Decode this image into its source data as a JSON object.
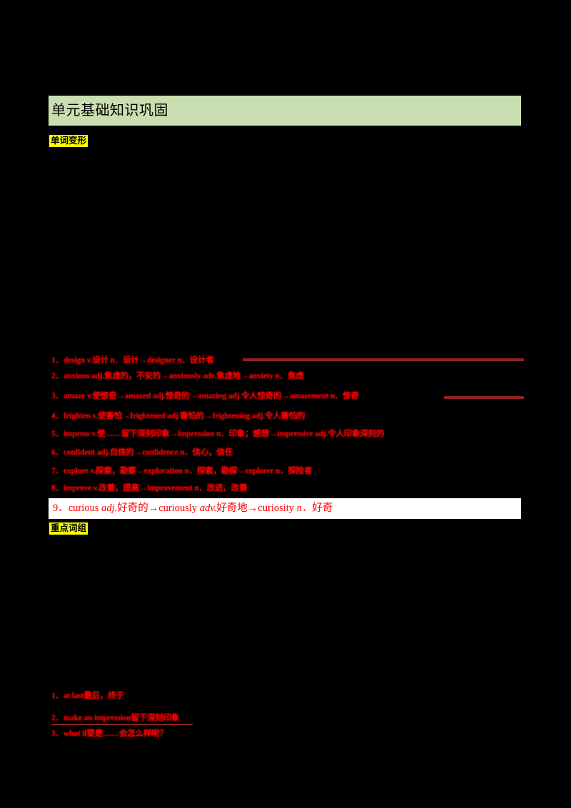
{
  "document": {
    "background_color": "#000000",
    "page_color": "#000000"
  },
  "section": {
    "title": "单元基础知识巩固",
    "bar_color": "#c9dfb1"
  },
  "labels": {
    "word_forms": "单词变形",
    "key_phrases": "重点词组",
    "highlight_color": "#ffff00"
  },
  "word_forms": {
    "items": [
      {
        "number": "1．",
        "text": "design v.设计 n．设计→designer n．设计者",
        "rule_after": true
      },
      {
        "number": "2．",
        "text": "anxious adj.焦虑的，不安的→anxiously adv.焦虑地→anxiety n．焦虑",
        "rule_after": false
      },
      {
        "number": "3．",
        "text": "amaze v.使惊奇→amazed adj.惊奇的→amazing adj.令人惊奇的→amazement n．惊奇",
        "rule_after": true
      },
      {
        "number": "4．",
        "text": "frighten v.使害怕→frightened adj.害怕的→frightening adj.令人害怕的",
        "rule_after": false
      },
      {
        "number": "5．",
        "text": "impress v.使……留下深刻印象→impression n．印象；感想→impressive adj.令人印象深刻的",
        "rule_after": false
      },
      {
        "number": "6．",
        "text": "confident adj.自信的→confidence n．信心，信任",
        "rule_after": false
      },
      {
        "number": "7．",
        "text": "explore v.探索，勘察→exploration n．探索，勘探→explorer n．探险者",
        "rule_after": false
      },
      {
        "number": "8．",
        "text": "improve v.改善，提高→improvement n．改进，改善",
        "rule_after": false
      }
    ],
    "item_9": {
      "number": "9．",
      "segments": [
        {
          "text": "curious ",
          "italic": false
        },
        {
          "text": "adj.",
          "italic": true
        },
        {
          "text": "好奇的→curiously ",
          "italic": false
        },
        {
          "text": "adv.",
          "italic": true
        },
        {
          "text": "好奇地→curiosity ",
          "italic": false
        },
        {
          "text": "n",
          "italic": true
        },
        {
          "text": "．好奇",
          "italic": false
        }
      ],
      "plain": "9．curious adj.好奇的→curiously adv.好奇地→curiosity n．好奇",
      "strip_color": "#ffffff"
    }
  },
  "key_phrases": {
    "items": [
      {
        "number": "1．",
        "text": "at last最后，终于"
      },
      {
        "number": "2．",
        "text": "make an impression留下深刻印象"
      },
      {
        "number": "3．",
        "text": "what if要是……会怎么样呢？"
      }
    ]
  },
  "colors": {
    "answer_red": "#ff0000",
    "rule_dark_red": "#8f2222",
    "highlight_yellow": "#ffff00",
    "section_green": "#c9dfb1",
    "strip_white": "#ffffff"
  }
}
